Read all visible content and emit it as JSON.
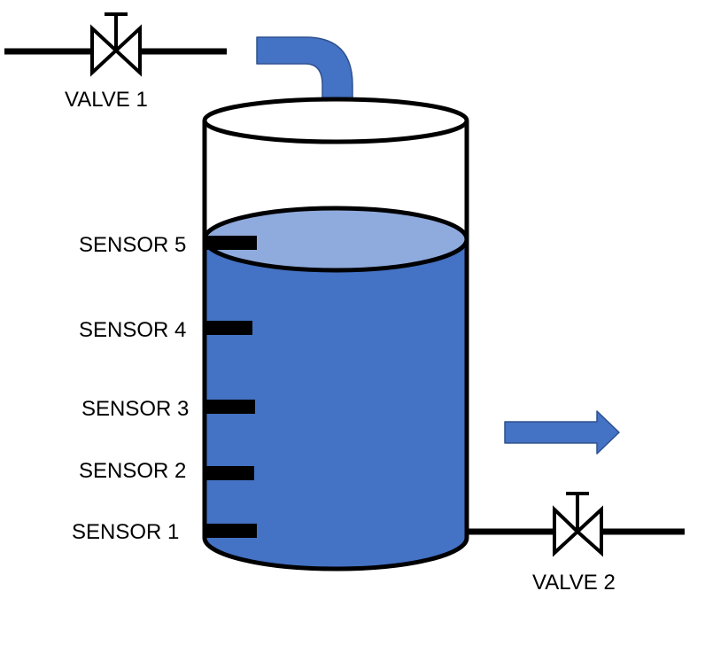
{
  "colors": {
    "water": "#4472c4",
    "water_surface": "#8faadc",
    "flow_arrow": "#4472c4",
    "outline": "#000000",
    "background": "#ffffff"
  },
  "valves": [
    {
      "label": "VALVE 1",
      "icon": "gate-valve-icon"
    },
    {
      "label": "VALVE 2",
      "icon": "gate-valve-icon"
    }
  ],
  "sensors": [
    {
      "label": "SENSOR 5"
    },
    {
      "label": "SENSOR 4"
    },
    {
      "label": "SENSOR 3"
    },
    {
      "label": "SENSOR 2"
    },
    {
      "label": "SENSOR 1"
    }
  ],
  "arrows": {
    "inlet": "curved-down-arrow-icon",
    "outlet": "right-arrow-icon"
  }
}
